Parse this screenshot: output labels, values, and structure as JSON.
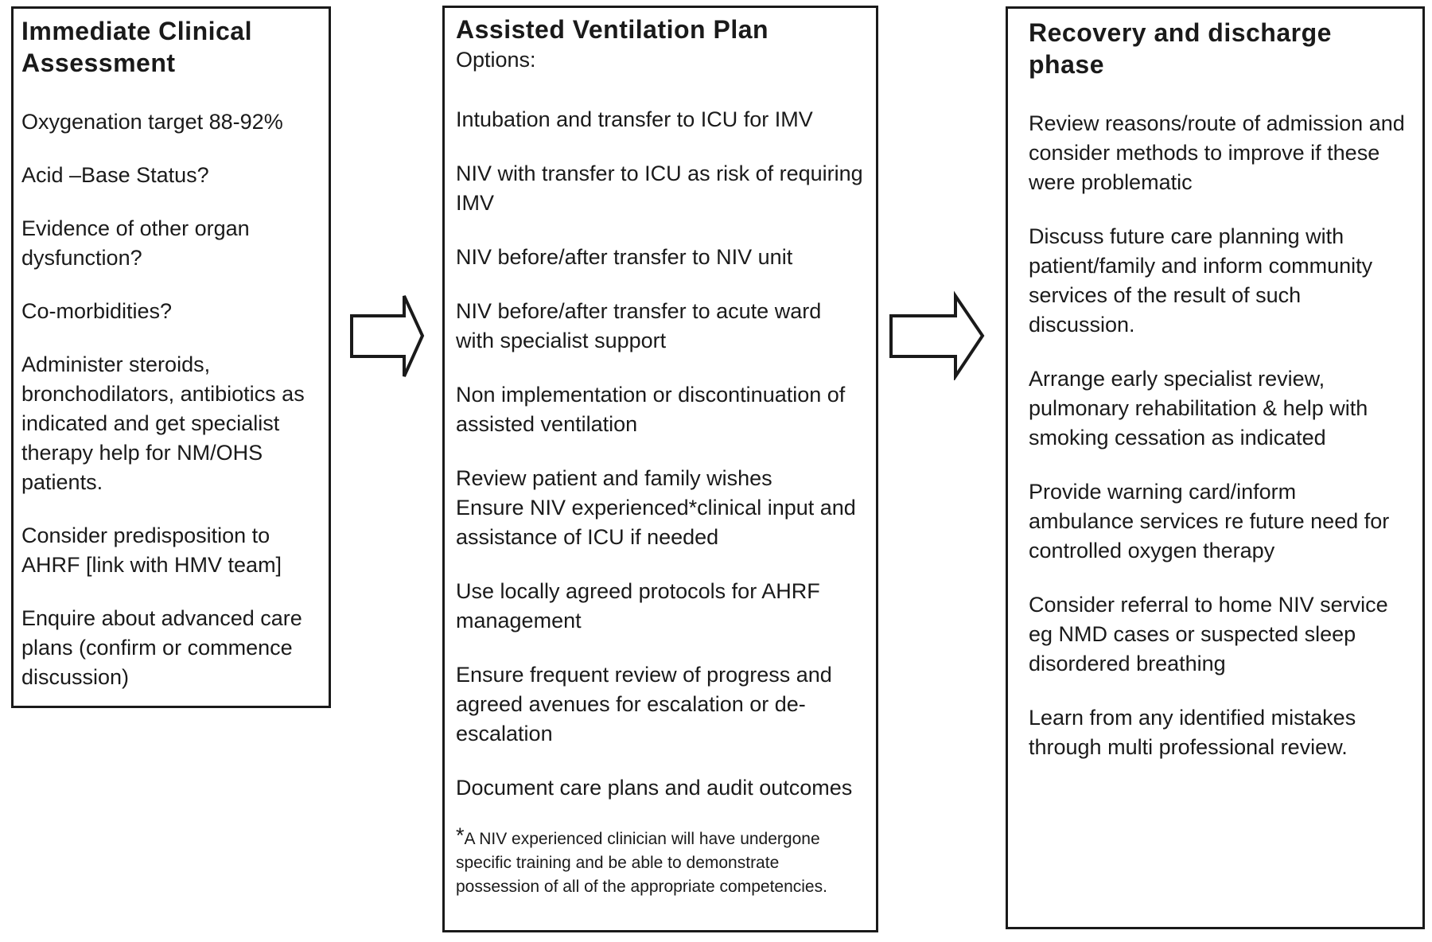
{
  "colors": {
    "ink": "#1a1a1a",
    "background": "#ffffff"
  },
  "boxes": {
    "left": {
      "title": "Immediate Clinical\nAssessment",
      "paragraphs": [
        "Oxygenation target 88-92%",
        "Acid –Base Status?",
        "Evidence of other organ\ndysfunction?",
        "Co-morbidities?",
        "Administer steroids,\nbronchodilators, antibiotics as\nindicated and get specialist\ntherapy help for NM/OHS\npatients.",
        "Consider predisposition to\nAHRF [link with HMV team]",
        "Enquire about advanced care\nplans (confirm or commence\ndiscussion)"
      ]
    },
    "middle": {
      "title": "Assisted Ventilation Plan",
      "subtitle": "Options:",
      "paragraphs": [
        "Intubation and transfer to ICU for IMV",
        "NIV with transfer to ICU as risk of requiring\nIMV",
        "NIV before/after transfer to NIV unit",
        "NIV before/after transfer to acute ward\nwith specialist support",
        "Non implementation or discontinuation of\nassisted ventilation",
        "Review patient and family wishes\nEnsure NIV experienced*clinical input and\nassistance of ICU if needed",
        "Use locally agreed protocols for AHRF\nmanagement",
        "Ensure frequent review of progress and\nagreed avenues for escalation or de-\nescalation",
        "Document care plans and audit outcomes"
      ],
      "footnote": {
        "marker": "*",
        "text": "A NIV experienced clinician will have undergone\nspecific training and be able to demonstrate\npossession of all of the appropriate competencies."
      }
    },
    "right": {
      "title": "Recovery and discharge\nphase",
      "paragraphs": [
        "Review reasons/route of admission and\nconsider methods to improve if these\nwere problematic",
        "Discuss future care planning with\npatient/family and inform community\nservices of the result of such discussion.",
        "Arrange early specialist review,\npulmonary rehabilitation & help with\nsmoking cessation as indicated",
        "Provide warning card/inform\nambulance services re future need for\ncontrolled oxygen therapy",
        "Consider referral to home NIV service\neg NMD cases or suspected sleep\ndisordered breathing",
        "Learn from any identified mistakes\nthrough multi professional review."
      ]
    }
  },
  "arrows": [
    {
      "icon": "right-block-arrow-icon"
    },
    {
      "icon": "right-block-arrow-icon"
    }
  ]
}
